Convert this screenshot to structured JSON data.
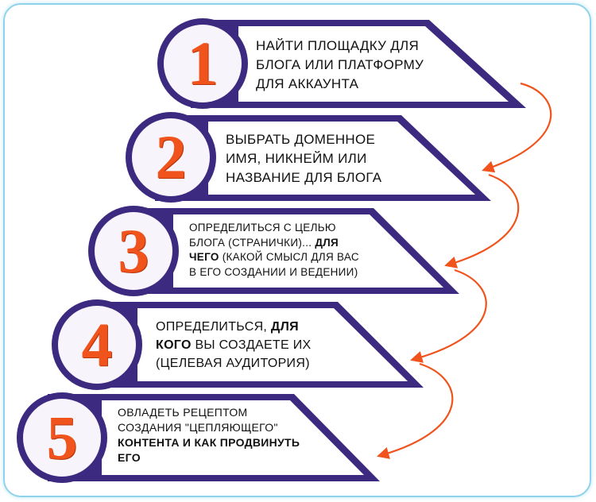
{
  "colors": {
    "banner": "#3c2a80",
    "banner_inner": "#ffffff",
    "circle_fill": "#f7f4fb",
    "number": "#f0531c",
    "arrow": "#f0531c",
    "frame": "#8fd3ea"
  },
  "steps": [
    {
      "number": "1",
      "lines": [
        [
          {
            "text": "НАЙТИ ПЛОЩАДКУ ДЛЯ",
            "bold": false
          }
        ],
        [
          {
            "text": "БЛОГА ИЛИ ПЛАТФОРМУ",
            "bold": false
          }
        ],
        [
          {
            "text": "ДЛЯ АККАУНТА",
            "bold": false
          }
        ]
      ]
    },
    {
      "number": "2",
      "lines": [
        [
          {
            "text": "ВЫБРАТЬ ДОМЕННОЕ",
            "bold": false
          }
        ],
        [
          {
            "text": "ИМЯ, НИКНЕЙМ ИЛИ",
            "bold": false
          }
        ],
        [
          {
            "text": "НАЗВАНИЕ ДЛЯ БЛОГА",
            "bold": false
          }
        ]
      ]
    },
    {
      "number": "3",
      "lines": [
        [
          {
            "text": "ОПРЕДЕЛИТЬСЯ С ЦЕЛЬЮ",
            "bold": false
          }
        ],
        [
          {
            "text": "БЛОГА (СТРАНИЧКИ)... ",
            "bold": false
          },
          {
            "text": "ДЛЯ",
            "bold": true
          }
        ],
        [
          {
            "text": "ЧЕГО",
            "bold": true
          },
          {
            "text": " (КАКОЙ СМЫСЛ ДЛЯ ВАС",
            "bold": false
          }
        ],
        [
          {
            "text": "В ЕГО СОЗДАНИИ И ВЕДЕНИИ)",
            "bold": false
          }
        ]
      ]
    },
    {
      "number": "4",
      "lines": [
        [
          {
            "text": "ОПРЕДЕЛИТЬСЯ, ",
            "bold": false
          },
          {
            "text": "ДЛЯ",
            "bold": true
          }
        ],
        [
          {
            "text": "КОГО",
            "bold": true
          },
          {
            "text": " ВЫ СОЗДАЕТЕ ИХ",
            "bold": false
          }
        ],
        [
          {
            "text": "(ЦЕЛЕВАЯ АУДИТОРИЯ)",
            "bold": false
          }
        ]
      ]
    },
    {
      "number": "5",
      "lines": [
        [
          {
            "text": "ОВЛАДЕТЬ РЕЦЕПТОМ",
            "bold": false
          }
        ],
        [
          {
            "text": "СОЗДАНИЯ \"ЦЕПЛЯЮЩЕГО\"",
            "bold": false
          }
        ],
        [
          {
            "text": "КОНТЕНТА И КАК ПРОДВИНУТЬ",
            "bold": true
          }
        ],
        [
          {
            "text": "ЕГО",
            "bold": true
          }
        ]
      ]
    }
  ]
}
